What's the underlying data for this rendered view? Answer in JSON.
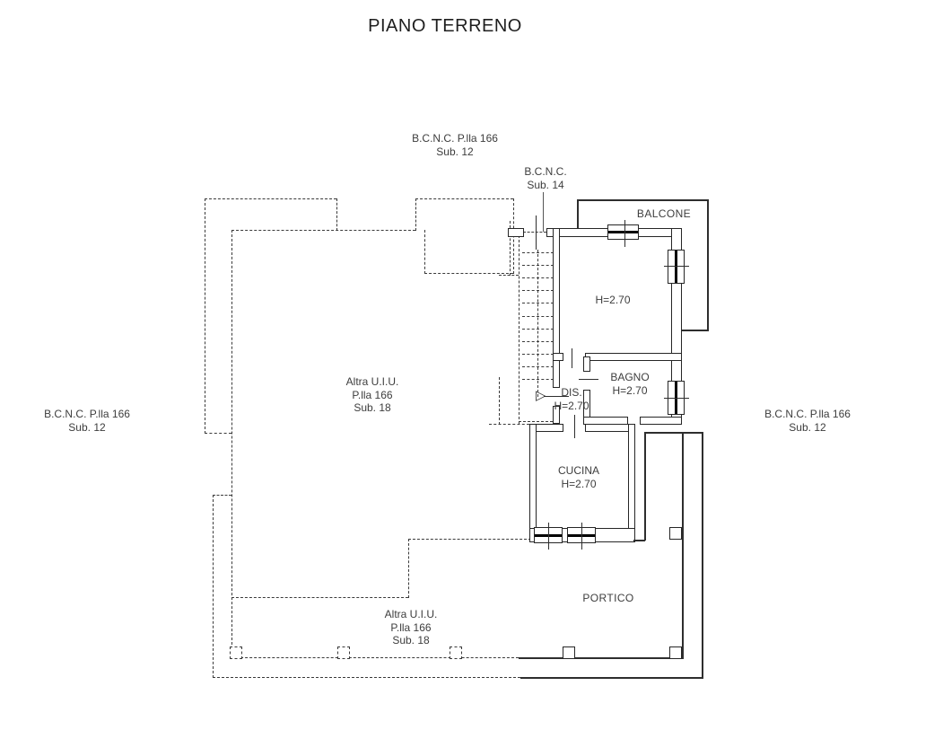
{
  "title": "PIANO TERRENO",
  "annotations": {
    "bcnc_top": {
      "line1": "B.C.N.C. P.lla 166",
      "line2": "Sub. 12"
    },
    "bcnc_stair": {
      "line1": "B.C.N.C.",
      "line2": "Sub. 14"
    },
    "bcnc_left": {
      "line1": "B.C.N.C. P.lla 166",
      "line2": "Sub. 12"
    },
    "bcnc_right": {
      "line1": "B.C.N.C. P.lla 166",
      "line2": "Sub. 12"
    },
    "altra_center": {
      "line1": "Altra U.I.U.",
      "line2": "P.lla 166",
      "line3": "Sub. 18"
    },
    "altra_bottom": {
      "line1": "Altra U.I.U.",
      "line2": "P.lla 166",
      "line3": "Sub. 18"
    }
  },
  "rooms": {
    "balcone": {
      "name": "BALCONE"
    },
    "main_room": {
      "height": "H=2.70"
    },
    "bagno": {
      "name": "BAGNO",
      "height": "H=2.70"
    },
    "dis": {
      "name": "DIS.",
      "height": "H=2.70"
    },
    "cucina": {
      "name": "CUCINA",
      "height": "H=2.70"
    },
    "portico": {
      "name": "PORTICO"
    }
  },
  "icons": {
    "stair_arrow": "▷"
  },
  "stairs": {
    "tread_count": 11
  },
  "colors": {
    "line": "#2e2e2e",
    "dashed": "#3a3a3a",
    "text": "#3d3d3d",
    "background": "#ffffff"
  }
}
